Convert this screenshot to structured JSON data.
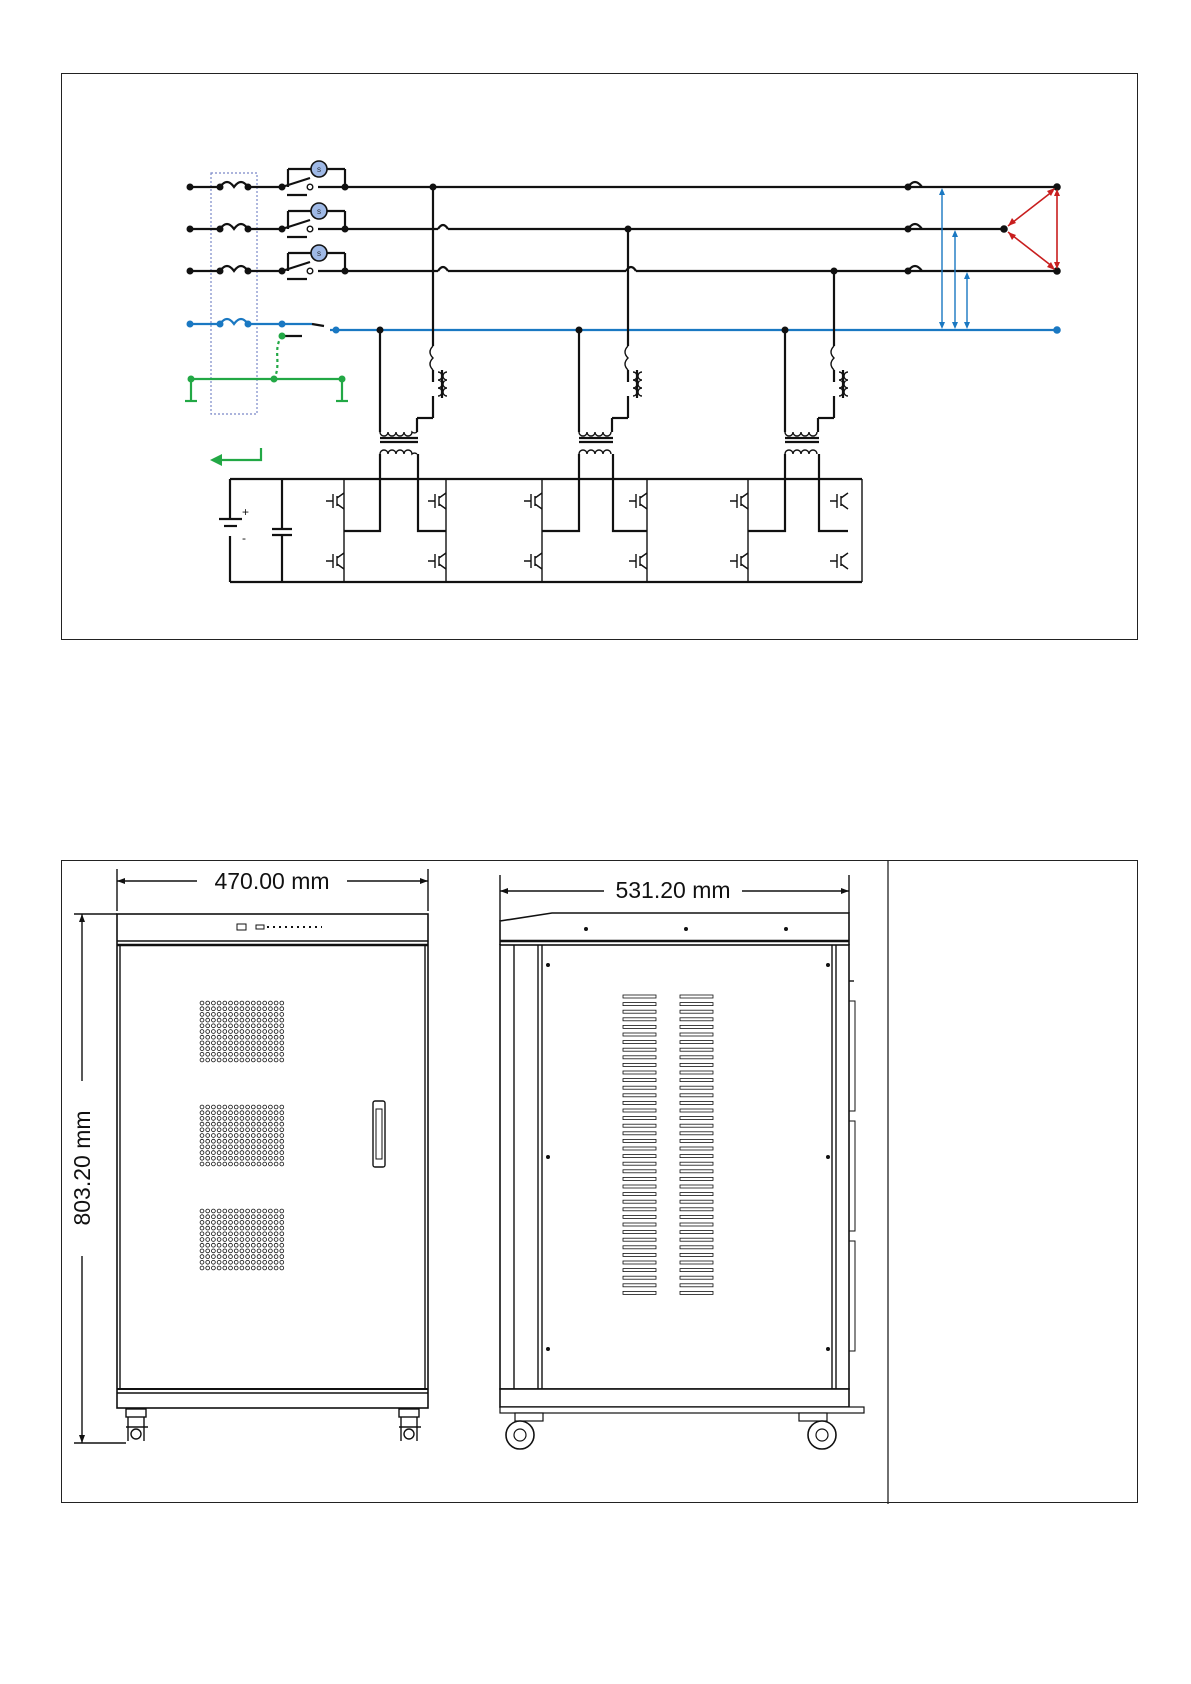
{
  "colors": {
    "phase_line": "#111111",
    "neutral_line": "#1a78c2",
    "ground_line": "#22a845",
    "line_voltage_arrows": "#c81e1e",
    "spd_fill": "#9fb9e6"
  },
  "icons": {
    "surge_protector": "spd-icon",
    "return_arrow": "green-return-arrow-icon"
  },
  "front_view": {
    "width_label": "470.00 mm",
    "height_label": "803.20 mm"
  },
  "side_view": {
    "depth_label": "531.20 mm"
  }
}
